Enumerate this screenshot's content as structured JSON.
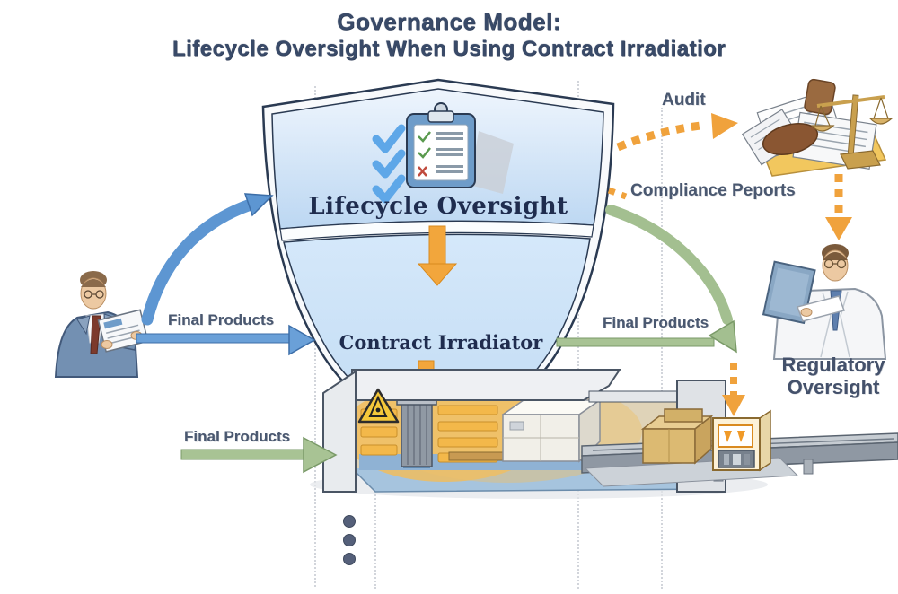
{
  "title": {
    "line1": "Governance Model:",
    "line2": "Lifecycle Oversight When Using Contract Irradiatior"
  },
  "shield": {
    "section_top_label": "Lifecycle Oversight",
    "section_bottom_label": "Contract Irradiator"
  },
  "flows": {
    "audit_label": "Audit",
    "compliance_reports_label": "Compliance Peports",
    "final_products_manufacturer_label": "Final Products",
    "final_products_inbound_label": "Final Products",
    "final_products_outbound_label": "Final Products",
    "regulatory_oversight_line1": "Regulatory",
    "regulatory_oversight_line2": "Oversight"
  },
  "icons": {
    "clipboard_checklist": "clipboard with two green checks and one red cross",
    "blue_checkmarks": "three blue checkmarks",
    "manufacturer_person": "businessman in blue suit holding documents",
    "audit_documents": "stack of papers with gavel and scales of justice",
    "regulator_person": "inspector in white lab coat with clipboard",
    "irradiation_facility": "cutaway irradiation chamber with conveyor",
    "radiation_warning": "yellow warning triangle",
    "scanner_machine": "orange inspection scanner on conveyor",
    "ellipsis_dots": "three vertical dots"
  },
  "colors": {
    "title_text": "#394a68",
    "shield_border": "#2a3a52",
    "shield_fill": "#cfe3f7",
    "arrow_blue": "#5d96d2",
    "arrow_green": "#a8c394",
    "arrow_orange": "#f0a23c",
    "label_text": "#4a5870",
    "serif_text": "#1f2c4e"
  }
}
